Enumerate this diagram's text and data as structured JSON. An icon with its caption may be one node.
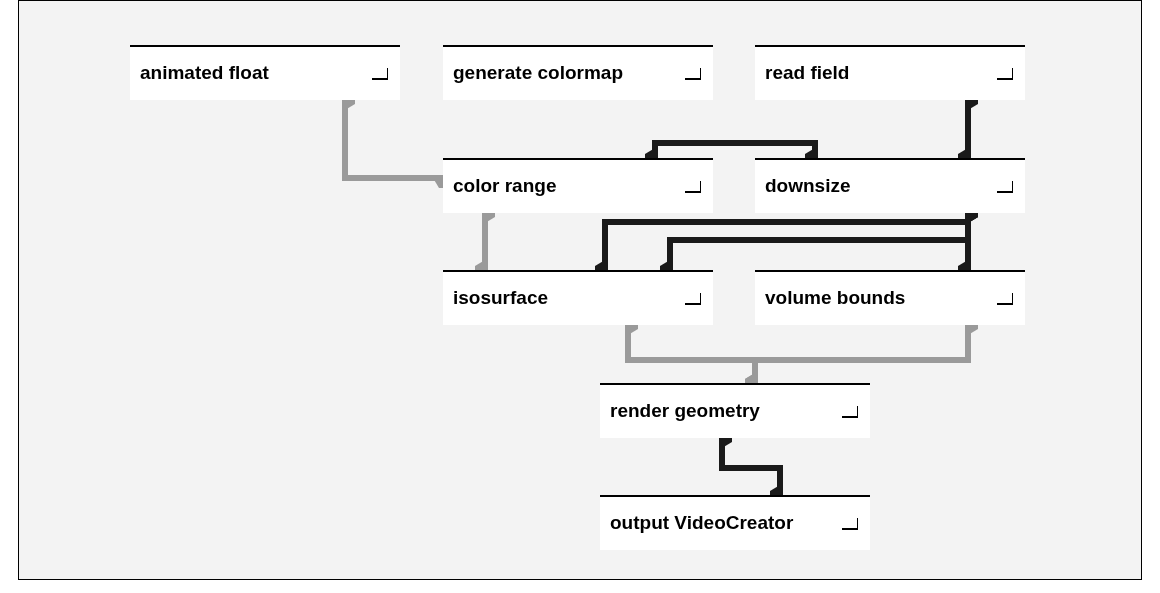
{
  "diagram": {
    "nodes": [
      {
        "text": [
          "animated float"
        ]
      },
      {
        "text": [
          "generate colormap"
        ]
      },
      {
        "text": [
          "read field"
        ]
      },
      {
        "text": [
          "color range"
        ]
      },
      {
        "text": [
          "downsize"
        ]
      },
      {
        "text": [
          "isosurface"
        ]
      },
      {
        "text": [
          "volume bounds"
        ]
      },
      {
        "text": [
          "render geometry"
        ]
      },
      {
        "text": [
          "output VideoCreator"
        ]
      }
    ],
    "edges": [
      {
        "from": 0,
        "to": 3,
        "arrow": "other",
        "color": "#9a9a9a"
      },
      {
        "from": 2,
        "to": 4,
        "arrow": "other"
      },
      {
        "from": 4,
        "to": 3,
        "arrow": "other"
      },
      {
        "from": 3,
        "to": 5,
        "arrow": "other",
        "color": "#9a9a9a"
      },
      {
        "from": 4,
        "to": 5,
        "arrow": "other"
      },
      {
        "from": 4,
        "to": 5,
        "arrow": "other"
      },
      {
        "from": 4,
        "to": 6,
        "arrow": "other"
      },
      {
        "from": 5,
        "to": 7,
        "arrow": "other",
        "color": "#9a9a9a"
      },
      {
        "from": 6,
        "to": 7,
        "arrow": "other",
        "color": "#9a9a9a"
      },
      {
        "from": 7,
        "to": 8,
        "arrow": "other"
      }
    ]
  }
}
